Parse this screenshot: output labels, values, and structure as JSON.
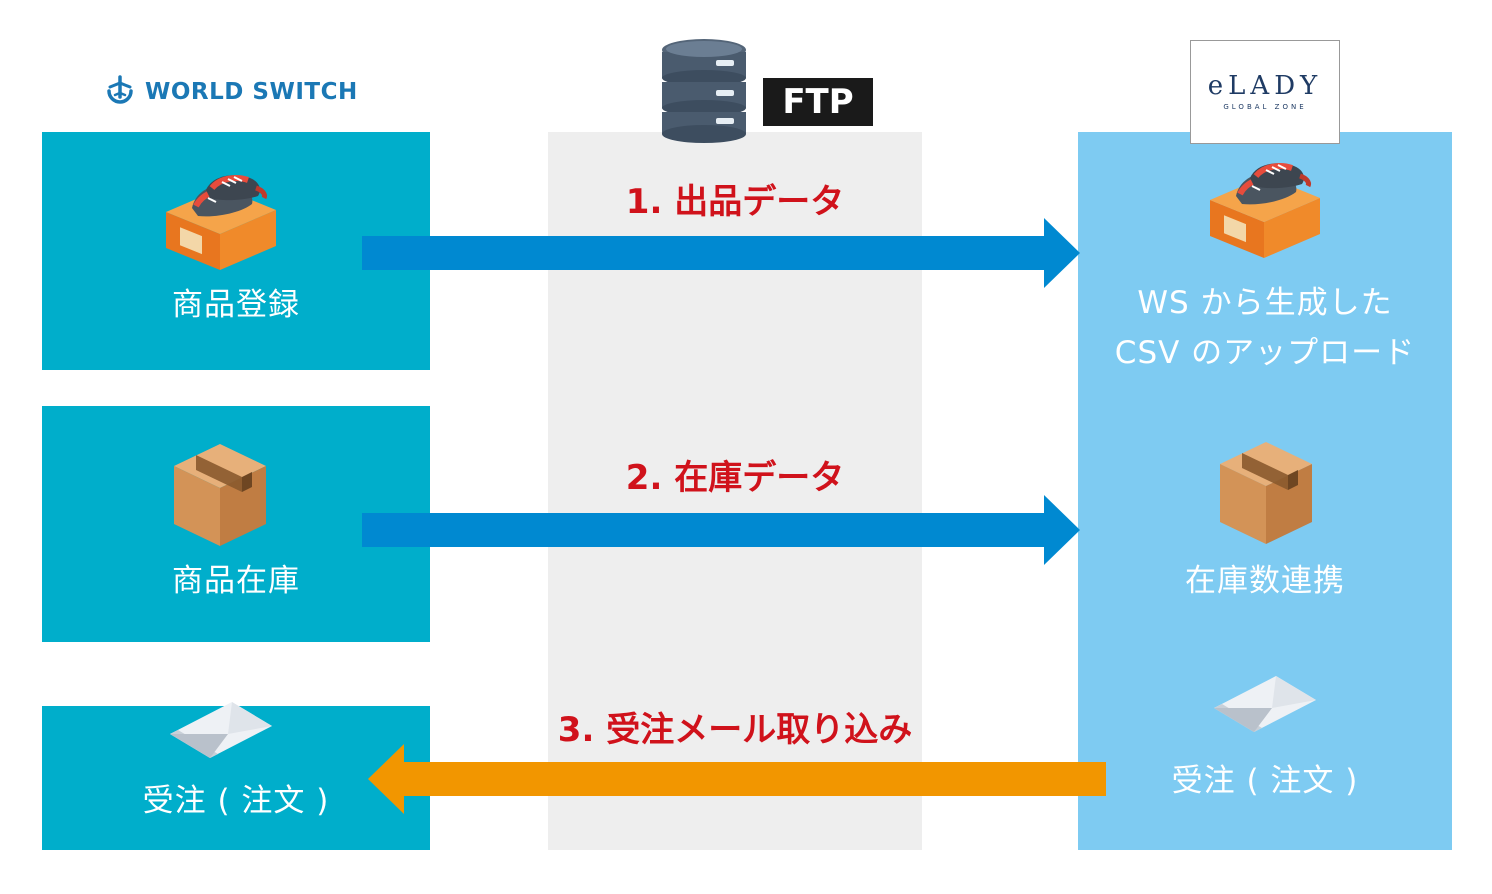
{
  "header": {
    "world_switch": "WORLD SWITCH",
    "ftp": "FTP",
    "elady": {
      "mark": "eLADY",
      "sub": "GLOBAL ZONE"
    }
  },
  "left": {
    "product_registration": "商品登録",
    "product_stock": "商品在庫",
    "order_receipt": "受注 ( 注文 )"
  },
  "steps": {
    "step1": "1. 出品データ",
    "step2": "2. 在庫データ",
    "step3": "3. 受注メール取り込み"
  },
  "right": {
    "csv_line1": "WS から生成した",
    "csv_line2": "CSV のアップロード",
    "stock_sync": "在庫数連携",
    "order_receipt": "受注 ( 注文 )"
  },
  "colors": {
    "left_panel": "#00aecb",
    "right_panel": "#7ecbf2",
    "middle_lane": "#eeeeee",
    "arrow_blue": "#0089d1",
    "arrow_orange": "#f29600",
    "step_text": "#d0121b",
    "brand_blue": "#1b78b5"
  },
  "icons": [
    "plane-icon",
    "database-icon",
    "shoebox-icon",
    "cardboard-box-icon",
    "envelope-icon"
  ]
}
